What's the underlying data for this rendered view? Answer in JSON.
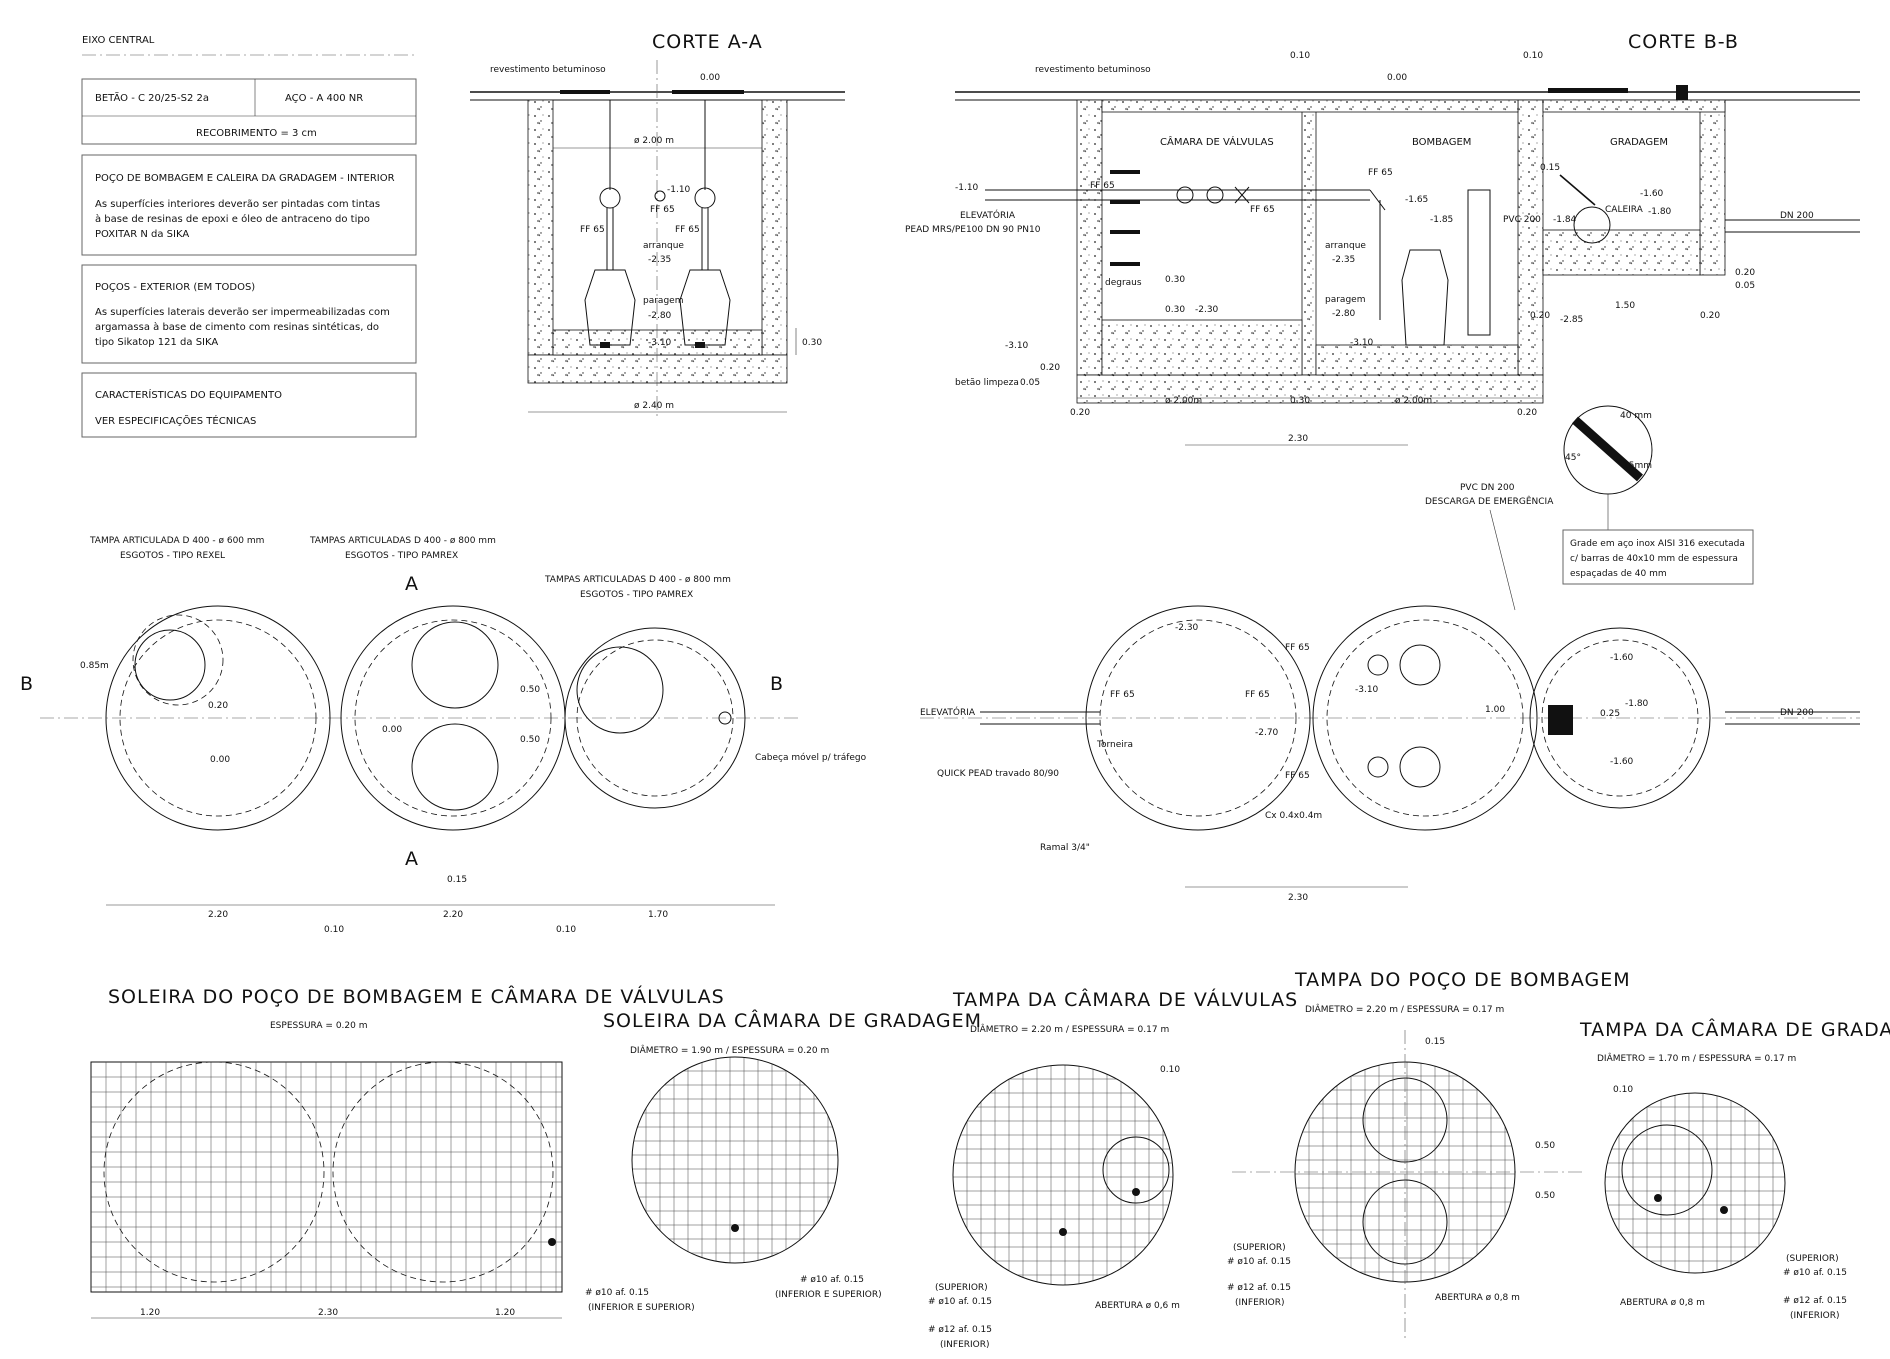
{
  "eixo_label": "EIXO CENTRAL",
  "spec": {
    "concrete": "BETÃO - C 20/25-S2 2a",
    "steel": "AÇO - A 400 NR",
    "cover": "RECOBRIMENTO = 3 cm"
  },
  "notes": [
    {
      "title": "POÇO DE BOMBAGEM E CALEIRA DA GRADAGEM - INTERIOR",
      "lines": [
        "As superfícies interiores deverão ser pintadas com tintas",
        "à base de resinas de epoxi e óleo de antraceno do tipo",
        "POXITAR N da SIKA"
      ]
    },
    {
      "title": "POÇOS - EXTERIOR (EM TODOS)",
      "lines": [
        "As superfícies laterais deverão ser impermeabilizadas com",
        "argamassa à base de cimento com resinas sintéticas, do",
        "tipo Sikatop 121 da SIKA"
      ]
    },
    {
      "title": "CARACTERÍSTICAS DO EQUIPAMENTO",
      "lines": [
        "VER ESPECIFICAÇÕES TÉCNICAS"
      ]
    }
  ],
  "corte_aa": {
    "title": "CORTE A-A",
    "surface": "revestimento betuminoso",
    "level_top": "0.00",
    "inner_dia": "ø 2.00 m",
    "outer_dia": "ø 2.40 m",
    "pipe_label": "FF 65",
    "level_pipe": "-1.10",
    "arranque_label": "arranque",
    "arranque": "-2.35",
    "paragem_label": "paragem",
    "paragem": "-2.80",
    "bottom": "-3.10",
    "dim_030": "0.30"
  },
  "corte_bb": {
    "title": "CORTE B-B",
    "surface": "revestimento betuminoso",
    "level_top": "0.00",
    "rooms": [
      "CÂMARA DE VÁLVULAS",
      "BOMBAGEM",
      "GRADAGEM"
    ],
    "pipe_in": "-1.10",
    "elevatoria": "ELEVATÓRIA",
    "elevatoria_spec": "PEAD MRS/PE100 DN 90 PN10",
    "ff65": "FF 65",
    "level_165": "-1.65",
    "level_185": "-1.85",
    "level_160": "-1.60",
    "level_180": "-1.80",
    "level_184": "-1.84",
    "pvc200": "PVC 200",
    "caleira": "CALEIRA",
    "dn200": "DN 200",
    "arranque_label": "arranque",
    "arranque": "-2.35",
    "paragem_label": "paragem",
    "paragem": "-2.80",
    "degraus": "degraus",
    "d030": "0.30",
    "level_230": "-2.30",
    "level_285": "-2.85",
    "level_310": "-3.10",
    "betao_limpeza": "betão limpeza",
    "d005": "0.05",
    "d010": "0.10",
    "d015": "0.15",
    "d020": "0.20",
    "d150": "1.50",
    "dia200": "ø 2.00m",
    "d230": "2.30",
    "descarga_1": "PVC DN 200",
    "descarga_2": "DESCARGA DE EMERGÊNCIA",
    "detail_40": "40 mm",
    "detail_45": "45°",
    "detail_15": "15mm",
    "grade_note": [
      "Grade em aço inox AISI 316 executada",
      "c/ barras de 40x10 mm de espessura",
      "espaçadas de 40 mm"
    ]
  },
  "plan_left": {
    "tampa1": [
      "TAMPA ARTICULADA D 400 - ø 600 mm",
      "ESGOTOS - TIPO REXEL"
    ],
    "tampa2": [
      "TAMPAS ARTICULADAS D 400 - ø 800 mm",
      "ESGOTOS - TIPO PAMREX"
    ],
    "tampa3": [
      "TAMPAS ARTICULADAS D 400 - ø 800 mm",
      "ESGOTOS - TIPO PAMREX"
    ],
    "r085": "0.85m",
    "d020": "0.20",
    "d050": "0.50",
    "d015": "0.15",
    "lvl0": "0.00",
    "cabeca": "Cabeça móvel p/ tráfego",
    "dims": [
      "2.20",
      "0.10",
      "2.20",
      "0.10",
      "1.70"
    ],
    "cut_a": "A",
    "cut_b": "B"
  },
  "plan_right": {
    "elevatoria": "ELEVATÓRIA",
    "quick": "QUICK PEAD travado 80/90",
    "ramal": "Ramal 3/4\"",
    "torneira": "Torneira",
    "ff65": "FF 65",
    "cx": "Cx 0.4x0.4m",
    "l230": "-2.30",
    "l270": "-2.70",
    "l310": "-3.10",
    "l160": "-1.60",
    "l180": "-1.80",
    "d100": "1.00",
    "d025": "0.25",
    "dn200": "DN 200",
    "dim": "2.30"
  },
  "slab1": {
    "title": "SOLEIRA DO POÇO DE BOMBAGEM E CÂMARA DE VÁLVULAS",
    "sub": "ESPESSURA = 0.20 m",
    "rebar": "# ø10 af. 0.15",
    "rebar2": "(INFERIOR E SUPERIOR)",
    "dims": [
      "1.20",
      "2.30",
      "1.20"
    ]
  },
  "slab2": {
    "title": "SOLEIRA DA CÂMARA DE GRADAGEM",
    "sub": "DIÂMETRO = 1.90 m  /  ESPESSURA = 0.20 m",
    "rebar": "# ø10 af. 0.15",
    "rebar2": "(INFERIOR E SUPERIOR)"
  },
  "tampa_cv": {
    "title": "TAMPA DA CÂMARA DE VÁLVULAS",
    "sub": "DIÂMETRO = 2.20 m  /  ESPESSURA = 0.17 m",
    "d010": "0.10",
    "sup": "(SUPERIOR)",
    "r10": "# ø10 af. 0.15",
    "r12": "# ø12 af. 0.15",
    "inf": "(INFERIOR)",
    "abertura": "ABERTURA ø 0,6 m"
  },
  "tampa_pb": {
    "title": "TAMPA DO POÇO DE BOMBAGEM",
    "sub": "DIÂMETRO = 2.20 m  /  ESPESSURA = 0.17 m",
    "d015": "0.15",
    "d050": "0.50",
    "sup": "(SUPERIOR)",
    "r10": "# ø10 af. 0.15",
    "r12": "# ø12 af. 0.15",
    "inf": "(INFERIOR)",
    "abertura": "ABERTURA ø 0,8 m"
  },
  "tampa_cg": {
    "title": "TAMPA DA CÂMARA DE GRADAGEM",
    "sub": "DIÂMETRO = 1.70 m  /  ESPESSURA = 0.17 m",
    "d010": "0.10",
    "sup": "(SUPERIOR)",
    "r10": "# ø10 af. 0.15",
    "r12": "# ø12 af. 0.15",
    "inf": "(INFERIOR)",
    "abertura": "ABERTURA ø 0,8 m"
  }
}
